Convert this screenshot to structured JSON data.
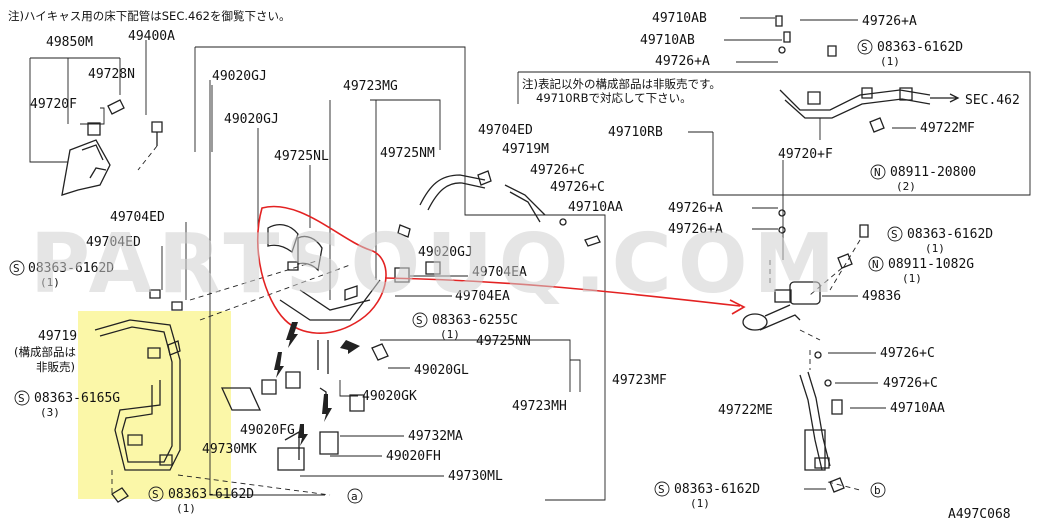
{
  "diagram": {
    "top_note": "注)ハイキャス用の床下配管はSEC.462を御覧下さい。",
    "right_note": [
      "注)表記以外の構成部品は非販売です。",
      "49710RBで対応して下さい。"
    ],
    "sec_ref": "SEC.462",
    "diagram_id": "A497C068",
    "watermark": "PARTSOUQ.COM",
    "callouts": {
      "a": "a",
      "b": "b"
    },
    "part_labels": {
      "p49850M": "49850M",
      "p49400A": "49400A",
      "p49728N": "49728N",
      "p49720F": "49720F",
      "p49020GJ_a": "49020GJ",
      "p49723MG": "49723MG",
      "p49020GJ_b": "49020GJ",
      "p49725NL": "49725NL",
      "p49725NM": "49725NM",
      "p49704ED_a": "49704ED",
      "p49719M": "49719M",
      "p49726C_a": "49726+C",
      "p49726C_b": "49726+C",
      "p49710AA_a": "49710AA",
      "p49704ED_b": "49704ED",
      "p49704ED_c": "49704ED",
      "p08363_6162D_a": "08363-6162D",
      "p49020GJ_c": "49020GJ",
      "p49704EA_a": "49704EA",
      "p49704EA_b": "49704EA",
      "p08363_6255C": "08363-6255C",
      "p49725NN": "49725NN",
      "p49020GL": "49020GL",
      "p49723MF": "49723MF",
      "p49020GK": "49020GK",
      "p49723MH": "49723MH",
      "p49719": "49719",
      "p49719_note1": "(構成部品は",
      "p49719_note2": "非販売)",
      "p08363_6165G": "08363-6165G",
      "p49730MK": "49730MK",
      "p49020FG": "49020FG",
      "p49732MA": "49732MA",
      "p49020FH": "49020FH",
      "p49730ML": "49730ML",
      "p08363_6162D_b": "08363-6162D",
      "p49710AB_a": "49710AB",
      "p49710AB_b": "49710AB",
      "p49726A_a": "49726+A",
      "p49726A_top": "49726+A",
      "p08363_6162D_c": "08363-6162D",
      "p49710RB": "49710RB",
      "p49722MF": "49722MF",
      "p49720F_r": "49720+F",
      "p08911_20800": "08911-20800",
      "p49726A_b": "49726+A",
      "p49726A_c": "49726+A",
      "p08363_6162D_d": "08363-6162D",
      "p08911_1082G": "08911-1082G",
      "p49836": "49836",
      "p49726C_c": "49726+C",
      "p49726C_d": "49726+C",
      "p49722ME": "49722ME",
      "p49710AA_b": "49710AA",
      "p08363_6162D_e": "08363-6162D"
    },
    "quantities": {
      "q1_a": "(1)",
      "q1_b": "(1)",
      "q3": "(3)",
      "q1_c": "(1)",
      "q1_d": "(1)",
      "q2": "(2)",
      "q1_e": "(1)",
      "q1_f": "(1)",
      "q1_g": "(1)"
    },
    "prefix_s": "S",
    "prefix_n": "N"
  }
}
